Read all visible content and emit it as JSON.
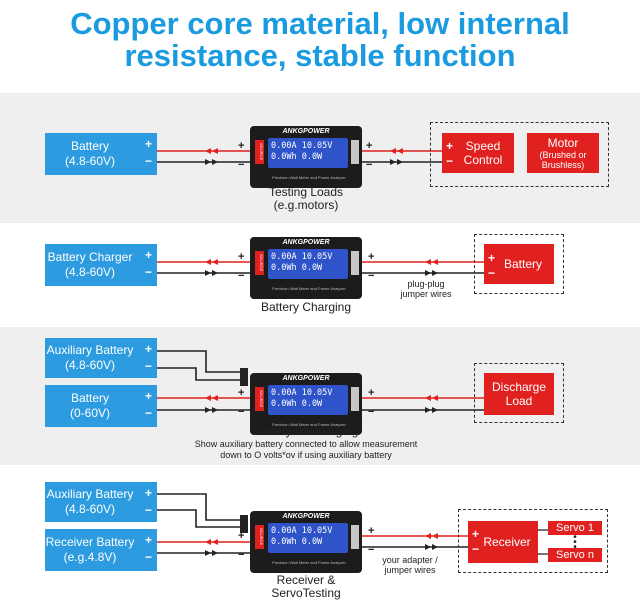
{
  "header": {
    "line1": "Copper core material, low internal",
    "line2": "resistance, stable function"
  },
  "meter": {
    "brand": "ANKGPOWER",
    "line1": "0.00A  10.05V",
    "line2": "0.0Wh     0.0W",
    "subtitle": "Precision Watt Meter and Power Analyzer",
    "source_tab": "SOURCE"
  },
  "symbols": {
    "plus": "+",
    "minus": "−"
  },
  "sec1": {
    "battery": {
      "line1": "Battery",
      "line2": "(4.8-60V)"
    },
    "caption1": "Testing Loads",
    "caption2": "(e.g.motors)",
    "speed": {
      "line1": "Speed",
      "line2": "Control"
    },
    "motor": {
      "line1": "Motor",
      "line2": "(Brushed or",
      "line3": "Brushless)"
    }
  },
  "sec2": {
    "charger": {
      "line1": "Battery Charger",
      "line2": "(4.8-60V)"
    },
    "caption": "Battery Charging",
    "jumper1": "plug-plug",
    "jumper2": "jumper wires",
    "battery": "Battery"
  },
  "sec3": {
    "aux": {
      "line1": "Auxiliary Battery",
      "line2": "(4.8-60V)"
    },
    "battery": {
      "line1": "Battery",
      "line2": "(0-60V)"
    },
    "caption": "Battery Discharging",
    "note1": "Show auxiliary battery connected to allow measurement",
    "note2": "down to O volts*ov if using auxiliary battery",
    "load": {
      "line1": "Discharge",
      "line2": "Load"
    }
  },
  "sec4": {
    "aux": {
      "line1": "Auxiliary Battery",
      "line2": "(4.8-60V)"
    },
    "receiver_batt": {
      "line1": "Receiver Battery",
      "line2": "(e.g.4.8V)"
    },
    "caption1": "Receiver &",
    "caption2": "ServoTesting",
    "adapter1": "your adapter /",
    "adapter2": "jumper wires",
    "receiver": "Receiver",
    "servo1": "Servo 1",
    "servon": "Servo n"
  },
  "colors": {
    "title": "#1a9be0",
    "blue_box": "#2d9be0",
    "red_box": "#e0211f",
    "panel": "#efefef",
    "screen": "#2f54c9"
  }
}
